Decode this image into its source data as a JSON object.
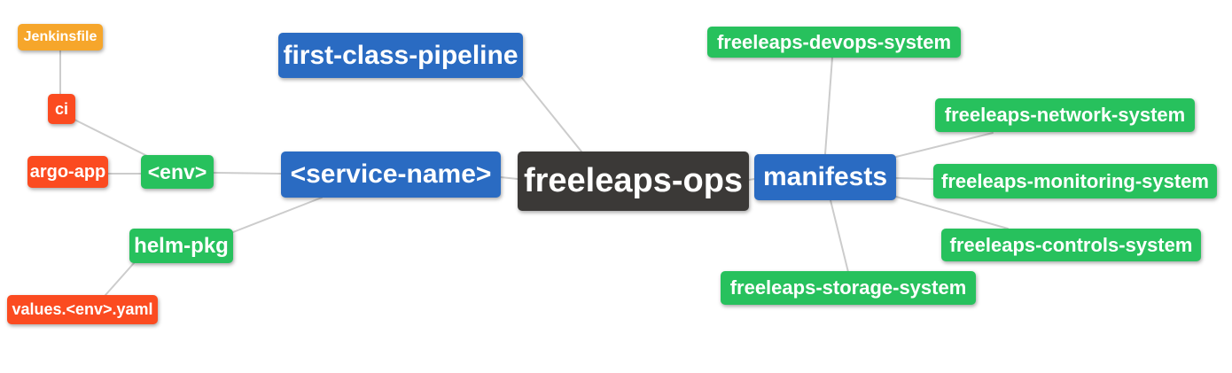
{
  "mindmap": {
    "title": "freeleaps-ops repository structure mind map",
    "background_color": "#ffffff",
    "edge_color": "#cccccc",
    "palette": {
      "blue": "#2a6bc2",
      "green": "#27c15d",
      "red_orange": "#fb4b20",
      "amber": "#f6a62b",
      "dark": "#3b3937",
      "text": "#ffffff"
    },
    "nodes": [
      {
        "id": "jenkinsfile",
        "label": "Jenkinsfile",
        "color": "#f6a62b"
      },
      {
        "id": "ci",
        "label": "ci",
        "color": "#fb4b20"
      },
      {
        "id": "argo-app",
        "label": "argo-app",
        "color": "#fb4b20"
      },
      {
        "id": "env",
        "label": "<env>",
        "color": "#27c15d"
      },
      {
        "id": "first-class-pipeline",
        "label": "first-class-pipeline",
        "color": "#2a6bc2"
      },
      {
        "id": "service-name",
        "label": "<service-name>",
        "color": "#2a6bc2"
      },
      {
        "id": "freeleaps-ops",
        "label": "freeleaps-ops",
        "color": "#3b3937"
      },
      {
        "id": "manifests",
        "label": "manifests",
        "color": "#2a6bc2"
      },
      {
        "id": "helm-pkg",
        "label": "helm-pkg",
        "color": "#27c15d"
      },
      {
        "id": "values-env-yaml",
        "label": "values.<env>.yaml",
        "color": "#fb4b20"
      },
      {
        "id": "freeleaps-devops-system",
        "label": "freeleaps-devops-system",
        "color": "#27c15d"
      },
      {
        "id": "freeleaps-network-system",
        "label": "freeleaps-network-system",
        "color": "#27c15d"
      },
      {
        "id": "freeleaps-monitoring-system",
        "label": "freeleaps-monitoring-system",
        "color": "#27c15d"
      },
      {
        "id": "freeleaps-controls-system",
        "label": "freeleaps-controls-system",
        "color": "#27c15d"
      },
      {
        "id": "freeleaps-storage-system",
        "label": "freeleaps-storage-system",
        "color": "#27c15d"
      }
    ],
    "edges": [
      {
        "from": "jenkinsfile",
        "to": "ci"
      },
      {
        "from": "ci",
        "to": "env"
      },
      {
        "from": "argo-app",
        "to": "env"
      },
      {
        "from": "env",
        "to": "service-name"
      },
      {
        "from": "service-name",
        "to": "freeleaps-ops"
      },
      {
        "from": "first-class-pipeline",
        "to": "freeleaps-ops"
      },
      {
        "from": "service-name",
        "to": "helm-pkg"
      },
      {
        "from": "helm-pkg",
        "to": "values-env-yaml"
      },
      {
        "from": "freeleaps-ops",
        "to": "manifests"
      },
      {
        "from": "freeleaps-devops-system",
        "to": "manifests"
      },
      {
        "from": "manifests",
        "to": "freeleaps-network-system"
      },
      {
        "from": "manifests",
        "to": "freeleaps-monitoring-system"
      },
      {
        "from": "manifests",
        "to": "freeleaps-controls-system"
      },
      {
        "from": "manifests",
        "to": "freeleaps-storage-system"
      }
    ]
  }
}
